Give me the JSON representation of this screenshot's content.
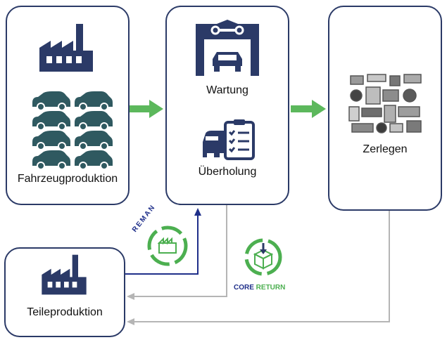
{
  "nodes": {
    "vehicle_production": {
      "label": "Fahrzeugproduktion"
    },
    "maintenance": {
      "label_service": "Wartung",
      "label_overhaul": "Überholung"
    },
    "disassembly": {
      "label": "Zerlegen"
    },
    "parts_production": {
      "label": "Teileproduktion"
    }
  },
  "badges": {
    "reman": {
      "text": "REMAN"
    },
    "core_return": {
      "text_a": "CORE ",
      "text_b": "RETURN"
    }
  },
  "colors": {
    "box_border": "#2b3a67",
    "navy": "#2b3a67",
    "green_arrow": "#5cb85c",
    "return_arrow": "#b5b5b5",
    "reman_blue": "#1f2f8a",
    "badge_green": "#4caf50",
    "car_teal": "#2f5960"
  }
}
